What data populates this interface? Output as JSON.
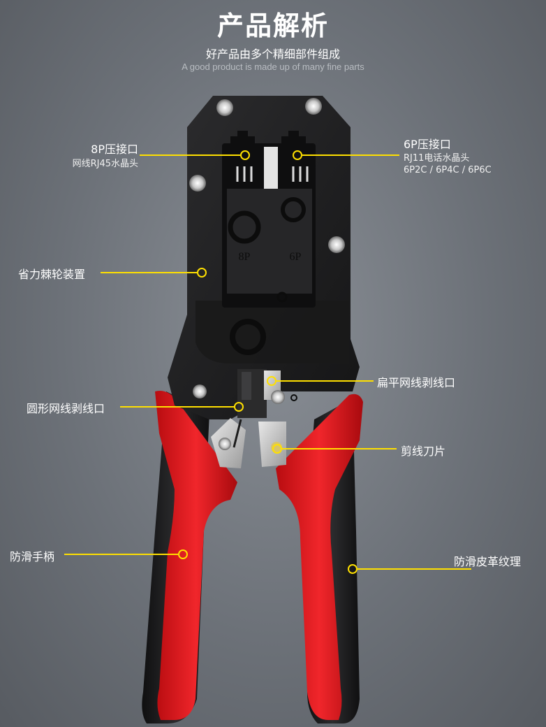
{
  "header": {
    "title": "产品解析",
    "subtitle_cn": "好产品由多个精细部件组成",
    "subtitle_en": "A good product is made up of many fine parts"
  },
  "tool": {
    "die_8p": "8P",
    "die_6p": "6P"
  },
  "callouts": {
    "port_8p": {
      "title": "8P压接口",
      "desc": "网线RJ45水晶头"
    },
    "port_6p": {
      "title": "6P压接口",
      "desc1": "RJ11电话水晶头",
      "desc2": "6P2C / 6P4C / 6P6C"
    },
    "ratchet": "省力棘轮装置",
    "flat_stripper": "扁平网线剥线口",
    "round_stripper": "圆形网线剥线口",
    "blade": "剪线刀片",
    "handle": "防滑手柄",
    "leather": "防滑皮革纹理"
  },
  "colors": {
    "accent_line": "#ffe000",
    "handle_red": "#e8151b",
    "body_black": "#1e1e1f"
  }
}
